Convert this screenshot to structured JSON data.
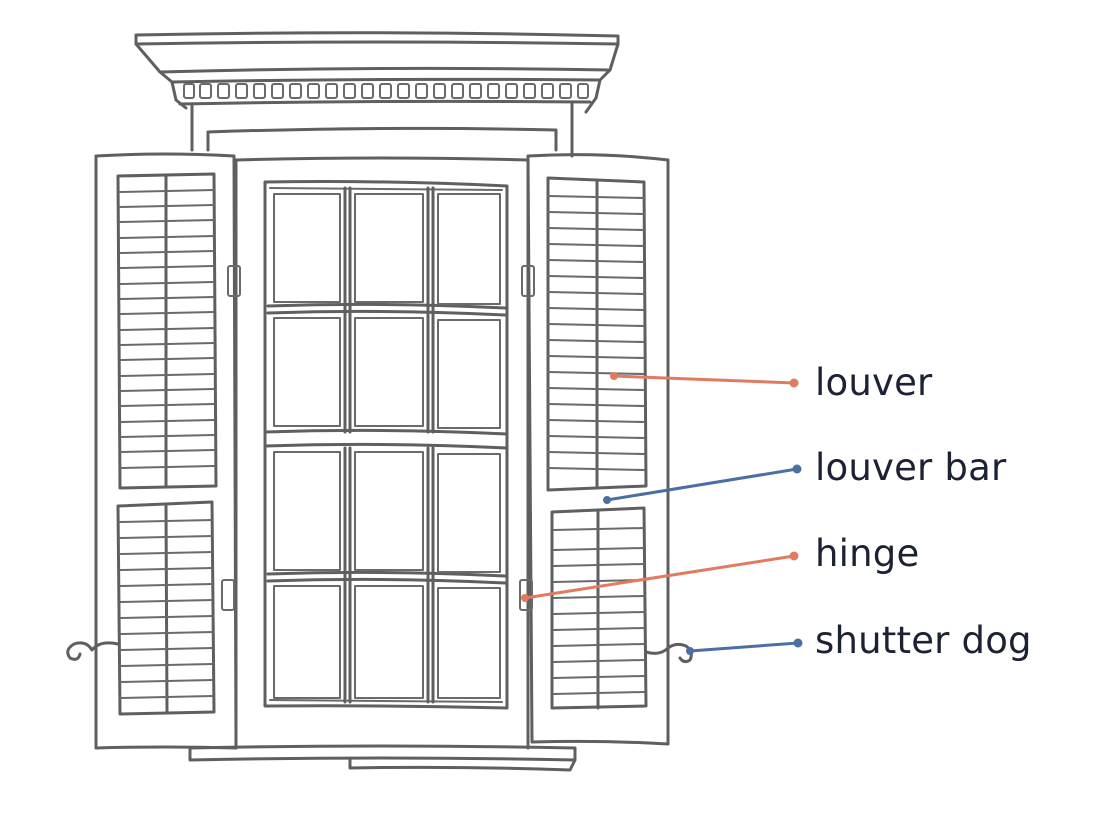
{
  "figure": {
    "subject": "window with shutters",
    "ink_color": "#5f5f60",
    "label_color": "#1c2233"
  },
  "callouts": [
    {
      "label": "louver",
      "color": "#e07b61"
    },
    {
      "label": "louver bar",
      "color": "#4a6fa5"
    },
    {
      "label": "hinge",
      "color": "#e07b61"
    },
    {
      "label": "shutter dog",
      "color": "#4a6fa5"
    }
  ]
}
